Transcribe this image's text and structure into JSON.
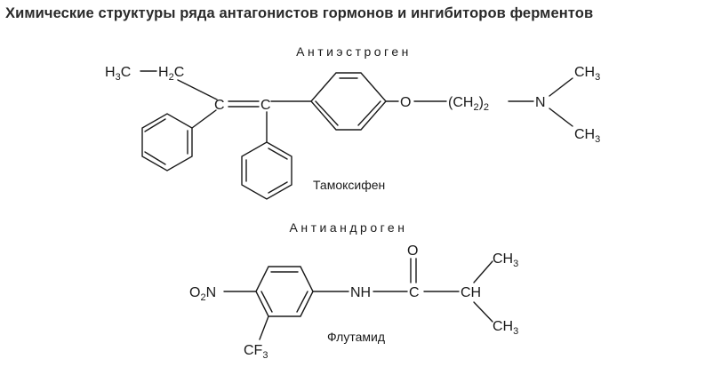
{
  "title": "Химические структуры ряда антагонистов гормонов и ингибиторов ферментов",
  "sections": [
    {
      "label": "Антиэстроген",
      "drug": "Тамоксифен",
      "atoms": {
        "h3c": "H3C",
        "h2c": "H2C",
        "c_left": "C",
        "c_right": "C",
        "oxygen": "O",
        "ch2_2": "(CH2)2",
        "nitrogen": "N",
        "ch3_top": "CH3",
        "ch3_bottom": "CH3"
      }
    },
    {
      "label": "Антиандроген",
      "drug": "Флутамид",
      "atoms": {
        "o2n": "O2N",
        "nh": "NH",
        "carbonyl_c": "C",
        "carbonyl_o": "O",
        "ch": "CH",
        "ch3_top": "CH3",
        "ch3_bottom": "CH3",
        "cf3": "CF3"
      }
    }
  ]
}
